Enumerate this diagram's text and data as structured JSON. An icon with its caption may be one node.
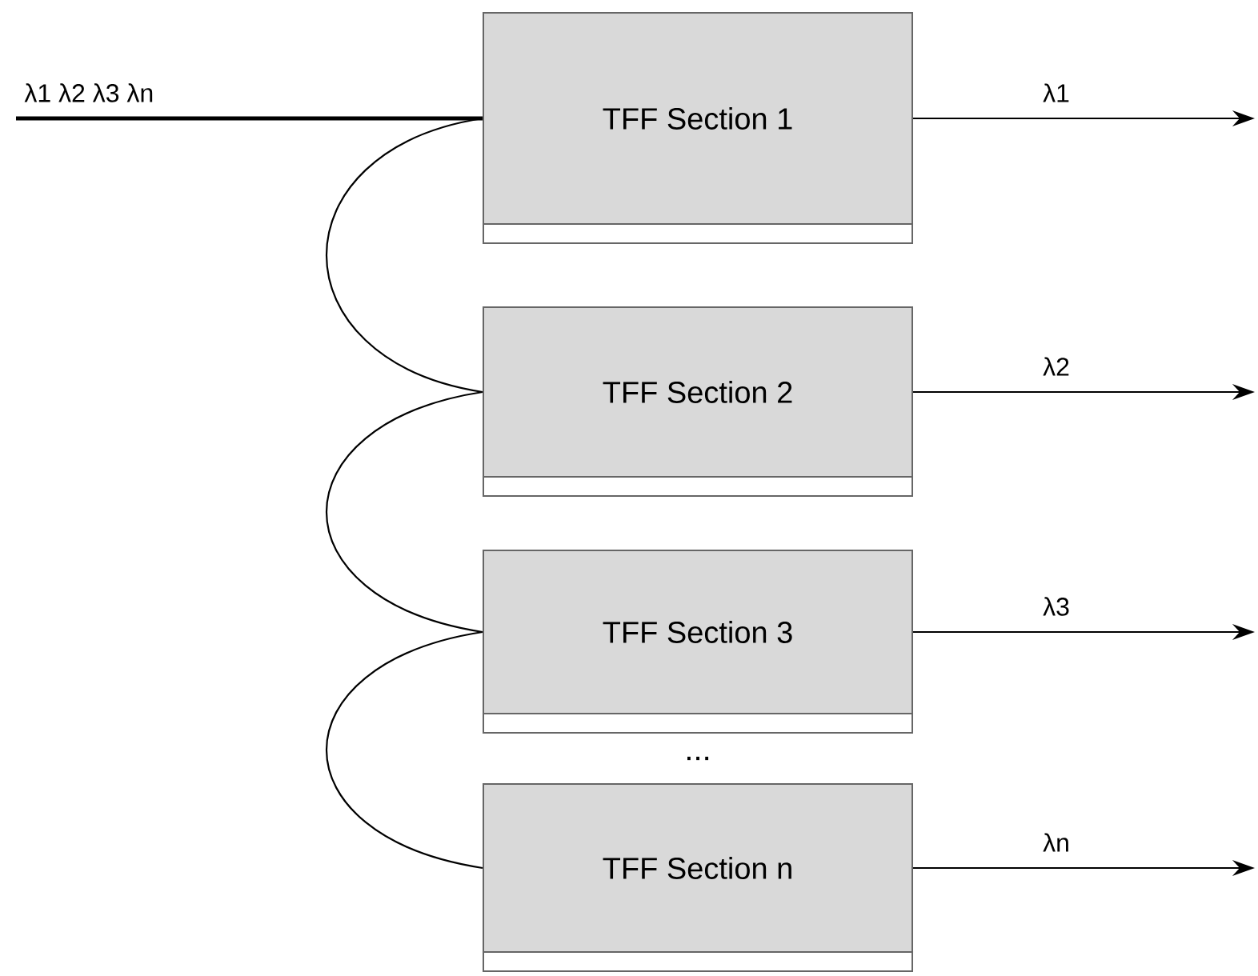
{
  "diagram": {
    "nodes": [
      {
        "text": [
          "TFF Section 1"
        ]
      },
      {
        "text": [
          "TFF Section 2"
        ]
      },
      {
        "text": [
          "TFF Section 3"
        ]
      },
      {
        "text": [
          "TFF Section n"
        ]
      }
    ],
    "edges": [
      {
        "from": null,
        "to": 0,
        "arrow": "none",
        "label": "λ1  λ2  λ3  λn",
        "style": "thick"
      },
      {
        "from": 0,
        "to": null,
        "arrow": "to",
        "label": "λ1"
      },
      {
        "from": 1,
        "to": null,
        "arrow": "to",
        "label": "λ2"
      },
      {
        "from": 2,
        "to": null,
        "arrow": "to",
        "label": "λ3"
      },
      {
        "from": 3,
        "to": null,
        "arrow": "to",
        "label": "λn"
      },
      {
        "from": 0,
        "to": 1,
        "arrow": "none"
      },
      {
        "from": 1,
        "to": 2,
        "arrow": "none"
      },
      {
        "from": 2,
        "to": 3,
        "arrow": "none"
      }
    ],
    "labels": [
      "..."
    ]
  }
}
